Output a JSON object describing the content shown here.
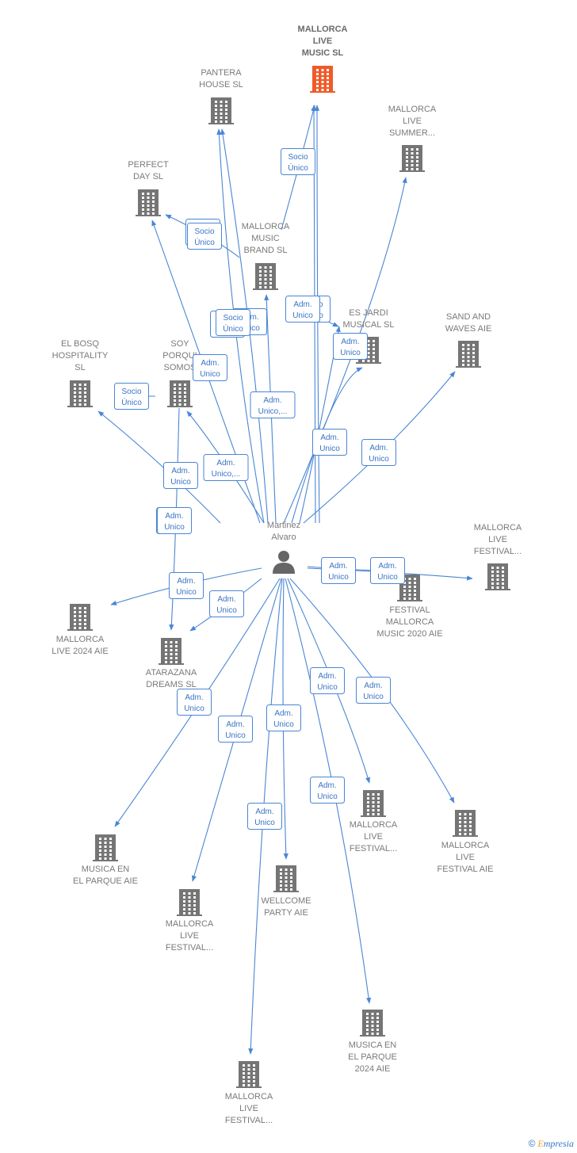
{
  "colors": {
    "edge": "#4a86d4",
    "building": "#757575",
    "building_main": "#f05a28",
    "person": "#666666"
  },
  "person": {
    "icon": "person-icon",
    "label": [
      "Martinez",
      "Alvaro"
    ]
  },
  "nodes": [
    {
      "id": "mallorca_live_music",
      "label": [
        "MALLORCA",
        "LIVE",
        "MUSIC  SL"
      ],
      "main": true
    },
    {
      "id": "pantera_house",
      "label": [
        "PANTERA",
        "HOUSE  SL"
      ]
    },
    {
      "id": "mallorca_live_summer",
      "label": [
        "MALLORCA",
        "LIVE",
        "SUMMER..."
      ]
    },
    {
      "id": "perfect_day",
      "label": [
        "PERFECT",
        "DAY  SL"
      ]
    },
    {
      "id": "mallorca_music_brand",
      "label": [
        "MALLORCA",
        "MUSIC",
        "BRAND  SL"
      ]
    },
    {
      "id": "es_jardi",
      "label": [
        "ES JARDI",
        "MUSICAL  SL"
      ]
    },
    {
      "id": "sand_waves",
      "label": [
        "SAND AND",
        "WAVES AIE"
      ]
    },
    {
      "id": "el_bosq",
      "label": [
        "EL BOSQ",
        "HOSPITALITY",
        "SL"
      ]
    },
    {
      "id": "soy_porqui",
      "label": [
        "SOY",
        "PORQUI",
        "SOMOS"
      ]
    },
    {
      "id": "mallorca_live_festival_r",
      "label": [
        "MALLORCA",
        "LIVE",
        "FESTIVAL..."
      ]
    },
    {
      "id": "festival_mallorca_2020",
      "label": [
        "FESTIVAL",
        "MALLORCA",
        "MUSIC 2020 AIE"
      ]
    },
    {
      "id": "mallorca_live_2024",
      "label": [
        "MALLORCA",
        "LIVE 2024 AIE"
      ]
    },
    {
      "id": "atarazana",
      "label": [
        "ATARAZANA",
        "DREAMS  SL"
      ]
    },
    {
      "id": "musica_parque",
      "label": [
        "MUSICA EN",
        "EL PARQUE AIE"
      ]
    },
    {
      "id": "mallorca_live_festival_b1",
      "label": [
        "MALLORCA",
        "LIVE",
        "FESTIVAL..."
      ]
    },
    {
      "id": "wellcome_party",
      "label": [
        "WELLCOME",
        "PARTY AIE"
      ]
    },
    {
      "id": "mallorca_live_festival_b2",
      "label": [
        "MALLORCA",
        "LIVE",
        "FESTIVAL..."
      ]
    },
    {
      "id": "mallorca_live_festival_aie",
      "label": [
        "MALLORCA",
        "LIVE",
        "FESTIVAL AIE"
      ]
    },
    {
      "id": "musica_parque_2024",
      "label": [
        "MUSICA EN",
        "EL PARQUE",
        "2024 AIE"
      ]
    },
    {
      "id": "mallorca_live_festival_b3",
      "label": [
        "MALLORCA",
        "LIVE",
        "FESTIVAL..."
      ]
    }
  ],
  "tags": [
    [
      "Socio",
      "Único"
    ],
    [
      "Socio",
      "Único"
    ],
    [
      "Socio",
      "Único"
    ],
    [
      "Socio",
      "Único"
    ],
    [
      "Socio",
      "Único"
    ],
    [
      "Adm.",
      "Unico"
    ],
    [
      "Adm.",
      "Unico"
    ],
    [
      "Adm.",
      "Unico"
    ],
    [
      "Adm.",
      "Unico"
    ],
    [
      "Adm.",
      "Unico,..."
    ],
    [
      "Adm.",
      "Unico"
    ],
    [
      "Adm.",
      "Unico"
    ],
    [
      "Adm.",
      "Unico"
    ],
    [
      "Adm.",
      "Unico,..."
    ],
    [
      "Adm.",
      "Unico"
    ],
    [
      "Adm.",
      "Unico"
    ],
    [
      "Adm.",
      "Unico"
    ],
    [
      "Adm.",
      "Unico"
    ],
    [
      "Adm.",
      "Unico"
    ],
    [
      "Adm.",
      "Unico"
    ],
    [
      "Adm.",
      "Unico"
    ],
    [
      "Adm.",
      "Unico"
    ],
    [
      "Adm.",
      "Unico"
    ],
    [
      "Adm.",
      "Unico"
    ],
    [
      "Adm.",
      "Unico"
    ],
    [
      "Adm.",
      "Unico"
    ],
    [
      "Adm.",
      "Unico"
    ],
    [
      "Socio",
      "Único"
    ],
    [
      "Adm.",
      "Unico"
    ]
  ],
  "footer": {
    "copyright": "©",
    "brand_first": "E",
    "brand_rest": "mpresia"
  }
}
